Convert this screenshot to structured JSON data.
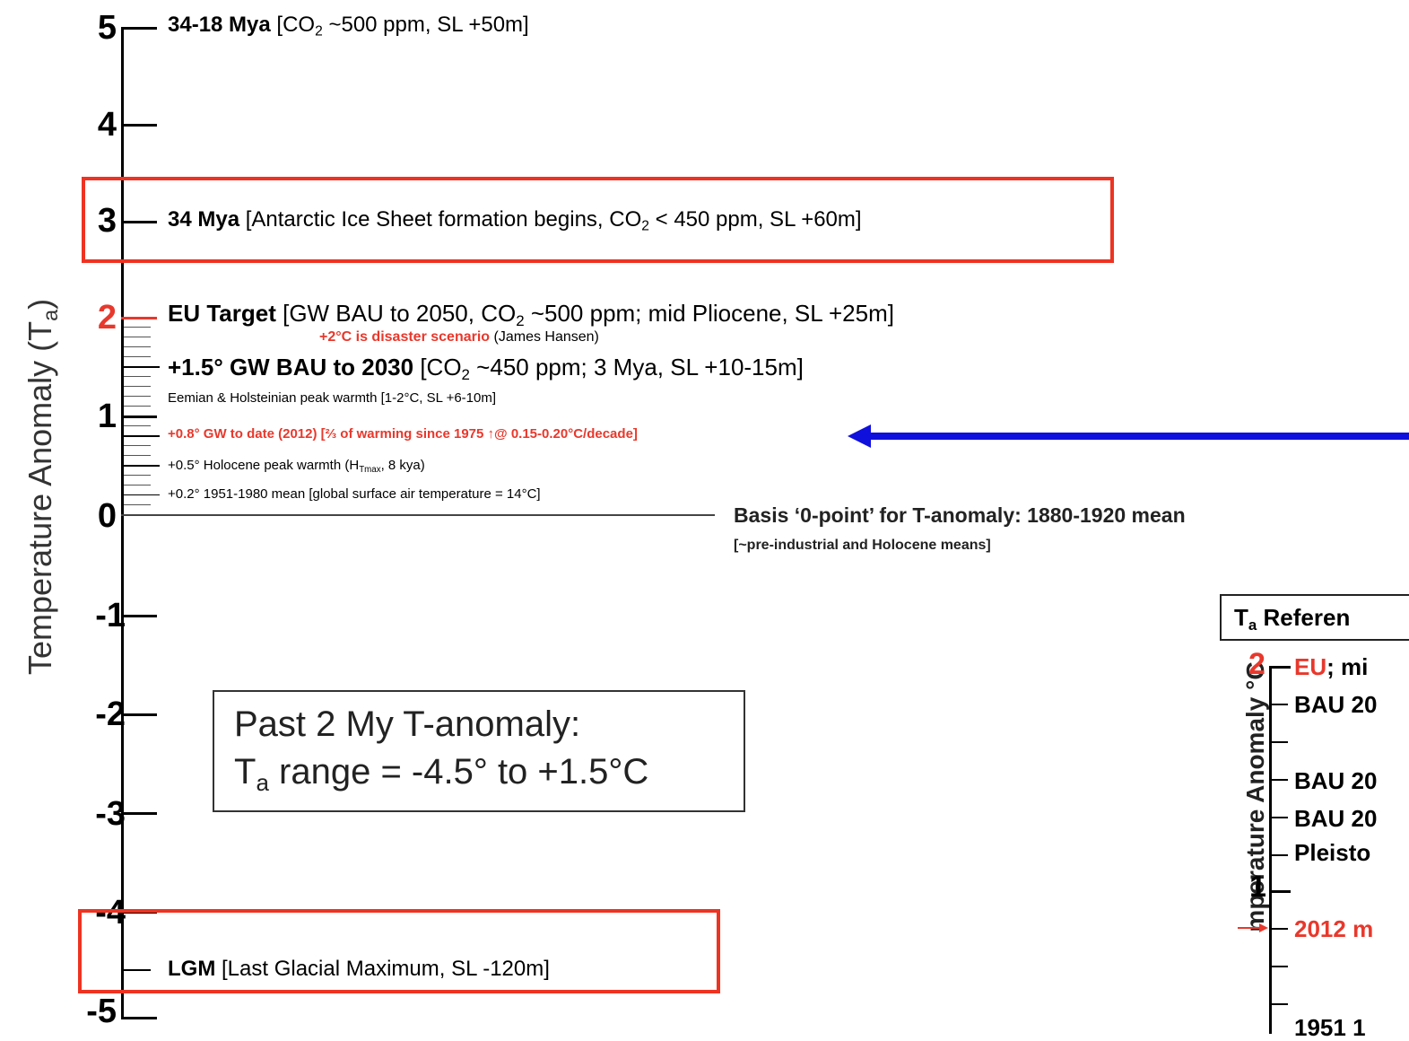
{
  "y_axis": {
    "title": "Temperature Anomaly (T",
    "title_sub": "a",
    "title_close": ")",
    "ticks": [
      "5",
      "4",
      "3",
      "2",
      "1",
      "0",
      "-1",
      "-2",
      "-3",
      "-4",
      "-5"
    ]
  },
  "entries": {
    "e5_bold": "34-18 Mya",
    "e5_rest_a": " [CO",
    "e5_sub": "2",
    "e5_rest_b": " ~500 ppm, SL +50m]",
    "e3_bold": "34 Mya",
    "e3_rest_a": " [Antarctic Ice Sheet formation begins, CO",
    "e3_sub": "2",
    "e3_rest_b": " < 450 ppm, SL +60m]",
    "eu_bold": "EU Target",
    "eu_rest_a": " [GW BAU to 2050, CO",
    "eu_sub": "2",
    "eu_rest_b": " ~500 ppm; mid Pliocene, SL +25m]",
    "hansen_red": "+2°C is disaster scenario",
    "hansen_black": " (James Hansen)",
    "bau2030_bold": "+1.5° GW BAU to 2030",
    "bau2030_rest_a": " [CO",
    "bau2030_sub": "2",
    "bau2030_rest_b": " ~450 ppm; 3 Mya, SL +10-15m]",
    "eemian": "Eemian & Holsteinian peak warmth [1-2°C, SL +6-10m]",
    "gw2012": "+0.8° GW to date (2012) [⅔ of warming since 1975 ↑@ 0.15-0.20°C/decade]",
    "holocene_a": "+0.5° Holocene peak warmth (H",
    "holocene_sub": "Tmax",
    "holocene_b": ", 8 kya)",
    "mean1951": "+0.2° 1951-1980 mean [global surface air temperature = 14°C]",
    "basis_line1": "Basis ‘0-point’ for T-anomaly: 1880-1920 mean",
    "basis_line2": "[~pre-industrial and Holocene means]",
    "lgm_bold": "LGM",
    "lgm_rest": " [Last Glacial Maximum, SL -120m]"
  },
  "past_box": {
    "line1": "Past 2 My T-anomaly:",
    "line2_a": "T",
    "line2_sub": "a",
    "line2_b": " range = -4.5° to +1.5°C"
  },
  "inset": {
    "header_a": "T",
    "header_sub": "a",
    "header_b": " Referen",
    "y_title": "mperature Anomaly °C",
    "tick_2": "2",
    "tick_1": "1",
    "row_eu_red": "EU",
    "row_eu_black": "; mi",
    "row_bau1": "BAU 20",
    "row_bau2": "BAU 20",
    "row_bau3": "BAU 20",
    "row_pleisto": "Pleisto",
    "row_2012": "2012 m",
    "row_1951": "1951 1"
  },
  "colors": {
    "highlight_box": "#ee3322",
    "pointer_arrow": "#1010dd",
    "accent_red": "#e8382c"
  }
}
